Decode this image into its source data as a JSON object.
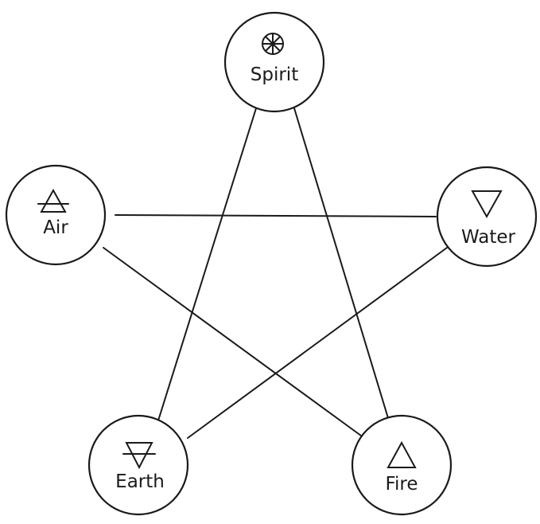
{
  "nodes": {
    "spirit": {
      "label": "Spirit",
      "symbol": "spirit-wheel-icon"
    },
    "air": {
      "label": "Air",
      "symbol": "air-triangle-icon"
    },
    "water": {
      "label": "Water",
      "symbol": "water-triangle-icon"
    },
    "earth": {
      "label": "Earth",
      "symbol": "earth-triangle-icon"
    },
    "fire": {
      "label": "Fire",
      "symbol": "fire-triangle-icon"
    }
  },
  "connections": [
    [
      "spirit",
      "earth"
    ],
    [
      "spirit",
      "fire"
    ],
    [
      "air",
      "water"
    ],
    [
      "air",
      "fire"
    ],
    [
      "water",
      "earth"
    ]
  ],
  "colors": {
    "line": "#1a1a1a",
    "background": "#ffffff"
  }
}
